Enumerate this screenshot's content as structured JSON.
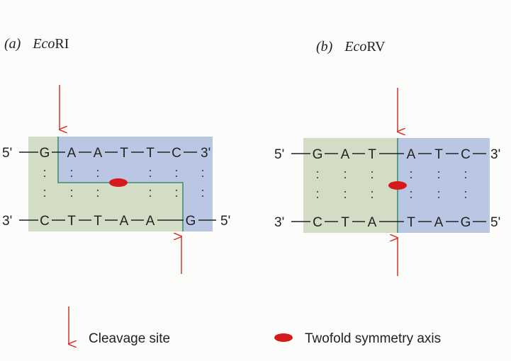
{
  "colors": {
    "green_region": "#d3dcc4",
    "blue_region": "#b9c6e4",
    "cut_line": "#3f8f6e",
    "arrow": "#d4342a",
    "axis_marker": "#d8191c",
    "text": "#222222"
  },
  "panels": {
    "a": {
      "label": "(a)",
      "enzyme_italic": "Eco",
      "enzyme_rest": "RI",
      "top_strand": {
        "end5": "5'",
        "bases": [
          "G",
          "A",
          "A",
          "T",
          "T",
          "C"
        ],
        "end3": "3'"
      },
      "bottom_strand": {
        "end3": "3'",
        "bases": [
          "C",
          "T",
          "T",
          "A",
          "A",
          "G"
        ],
        "end5": "5'"
      },
      "pairing": ":"
    },
    "b": {
      "label": "(b)",
      "enzyme_italic": "Eco",
      "enzyme_rest": "RV",
      "top_strand": {
        "end5": "5'",
        "bases": [
          "G",
          "A",
          "T",
          "A",
          "T",
          "C"
        ],
        "end3": "3'"
      },
      "bottom_strand": {
        "end3": "3'",
        "bases": [
          "C",
          "T",
          "A",
          "T",
          "A",
          "G"
        ],
        "end5": "5'"
      },
      "pairing": ":"
    }
  },
  "legend": {
    "cleavage_label": "Cleavage site",
    "symmetry_label": "Twofold symmetry axis",
    "cleavage_icon": "red-down-arrow",
    "symmetry_icon": "red-lens"
  }
}
